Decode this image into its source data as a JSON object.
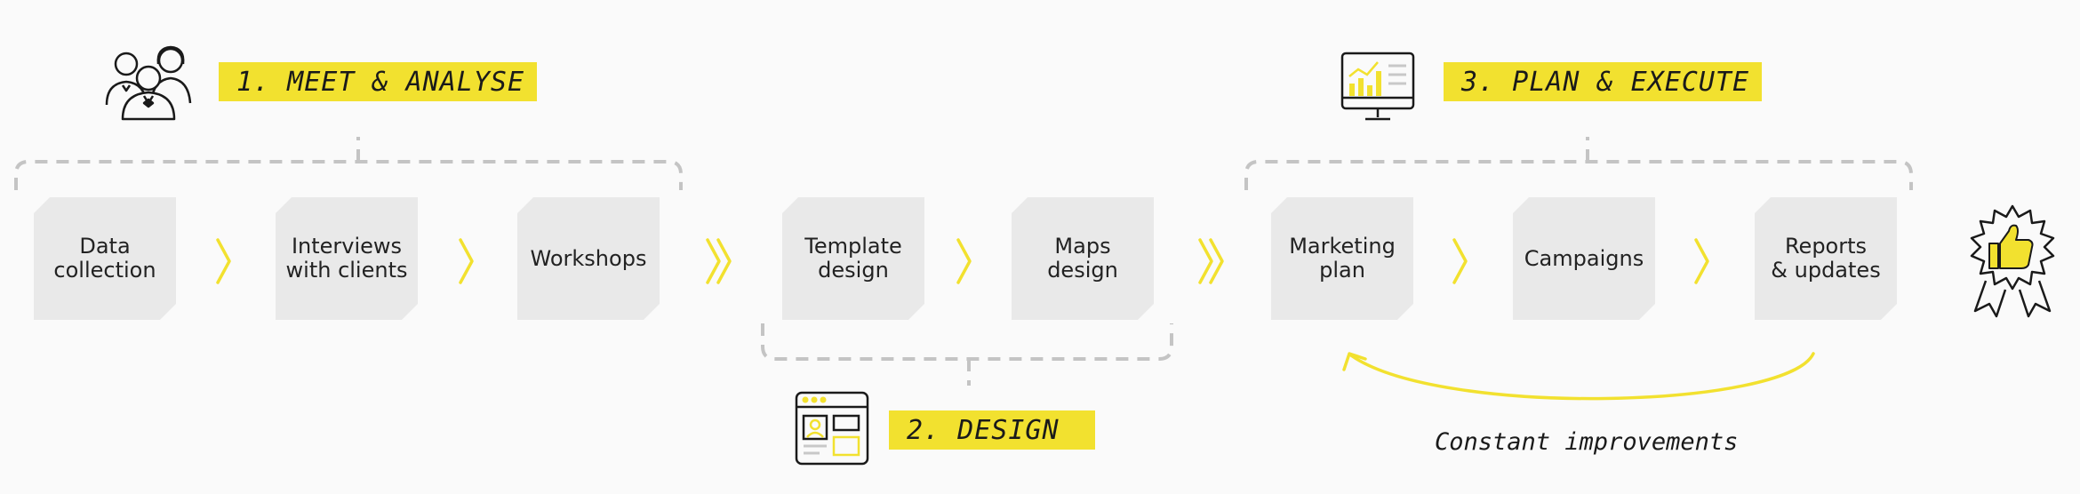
{
  "phases": {
    "meet": "1. MEET & ANALYSE",
    "design": "2. DESIGN",
    "plan": "3. PLAN & EXECUTE"
  },
  "steps": {
    "data_collection": "Data\ncollection",
    "interviews": "Interviews\nwith clients",
    "workshops": "Workshops",
    "template_design": "Template\ndesign",
    "maps_design": "Maps\ndesign",
    "marketing_plan": "Marketing\nplan",
    "campaigns": "Campaigns",
    "reports": "Reports\n& updates"
  },
  "loop_note": "Constant improvements",
  "icons": [
    "people-icon",
    "chart-monitor-icon",
    "browser-layout-icon",
    "thumbs-up-badge-icon",
    "chevron-right-icon",
    "double-chevron-right-icon"
  ],
  "colors": {
    "accent": "#f2e12f",
    "step_bg": "#e9e9e9",
    "bracket": "#c4c4c4"
  }
}
